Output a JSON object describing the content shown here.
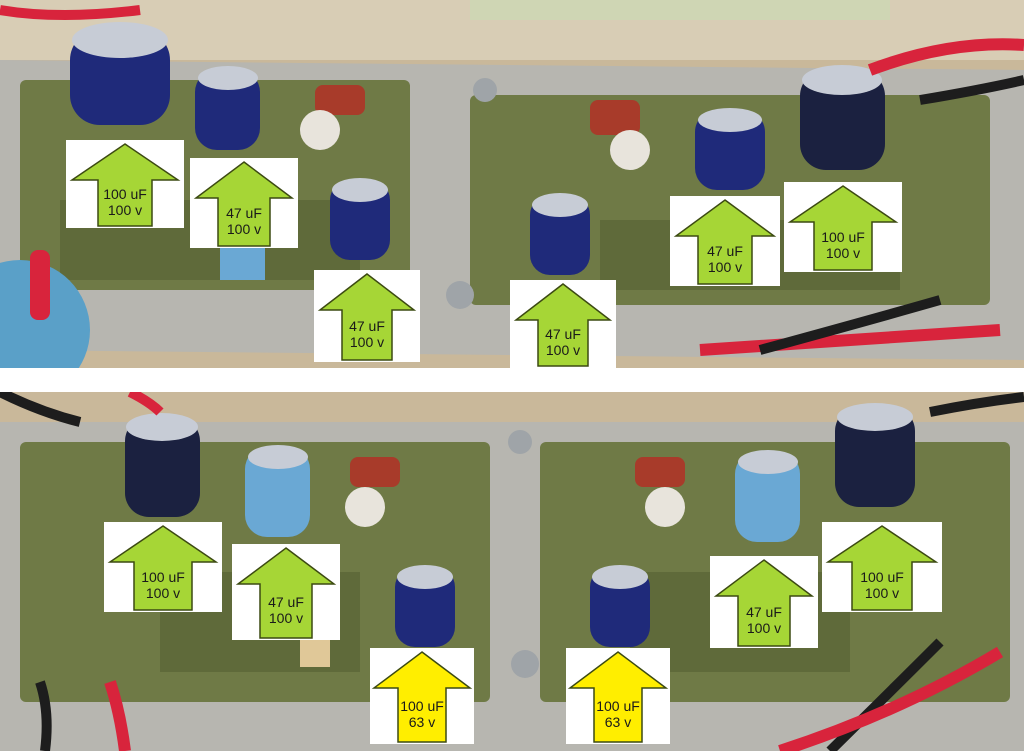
{
  "colors": {
    "arrow_green": "#a6d636",
    "arrow_yellow": "#ffee00",
    "arrow_outline": "#3c4a12",
    "board_green": "#6f7a46",
    "heatsink": "#b7b6b0",
    "cap_blue": "#1f2a7a",
    "cap_dark": "#1b2140",
    "cap_light_blue": "#6aa8d4",
    "wire_red": "#d8243c",
    "wire_black": "#1d1d1d"
  },
  "photos": [
    {
      "id": "top",
      "description_icon": "amplifier-board-photo"
    },
    {
      "id": "bottom",
      "description_icon": "amplifier-board-photo"
    }
  ],
  "callouts": {
    "top": [
      {
        "value": "100 uF",
        "voltage": "100 v",
        "color": "green"
      },
      {
        "value": "47 uF",
        "voltage": "100 v",
        "color": "green"
      },
      {
        "value": "47 uF",
        "voltage": "100 v",
        "color": "green"
      },
      {
        "value": "47 uF",
        "voltage": "100 v",
        "color": "green"
      },
      {
        "value": "47 uF",
        "voltage": "100 v",
        "color": "green"
      },
      {
        "value": "100 uF",
        "voltage": "100 v",
        "color": "green"
      }
    ],
    "bottom": [
      {
        "value": "100 uF",
        "voltage": "100 v",
        "color": "green"
      },
      {
        "value": "47 uF",
        "voltage": "100 v",
        "color": "green"
      },
      {
        "value": "100 uF",
        "voltage": "63 v",
        "color": "yellow"
      },
      {
        "value": "100 uF",
        "voltage": "63 v",
        "color": "yellow"
      },
      {
        "value": "47 uF",
        "voltage": "100 v",
        "color": "green"
      },
      {
        "value": "100 uF",
        "voltage": "100 v",
        "color": "green"
      }
    ]
  }
}
